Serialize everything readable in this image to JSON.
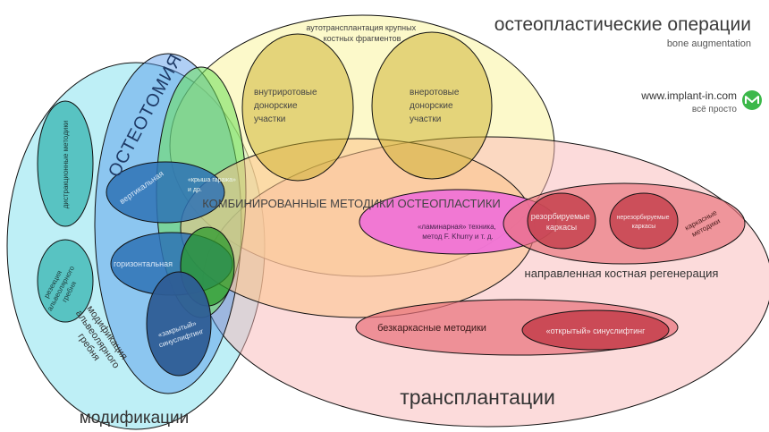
{
  "header": {
    "title": "остеопластические операции",
    "subtitle": "bone augmentation"
  },
  "brand": {
    "url": "www.implant-in.com",
    "slogan": "всё просто",
    "logo_icon": "implant-in-logo-icon",
    "logo_color": "#3cb84a"
  },
  "groups": {
    "modifications": "модификации",
    "osteotomy": "ОСТЕОТОМИЯ",
    "alveolar_mod": [
      "модификация",
      "альвеолярного",
      "гребня"
    ],
    "transplants": "трансплантации",
    "autotransplant": [
      "аутотрансплантация крупных",
      "костных фрагментов"
    ],
    "combined": "КОМБИНИРОВАННЫЕ МЕТОДИКИ ОСТЕОПЛАСТИКИ",
    "gbr": "направленная костная регенерация"
  },
  "items": {
    "distraction": "дистракционные методики",
    "resection": [
      "резекция",
      "альвеолярного",
      "гребня"
    ],
    "vertical": "вертикальная",
    "roof": [
      "«крыша гаража»",
      "и др."
    ],
    "horizontal": "горизонтальная",
    "closed_sinus": [
      "«закрытый»",
      "синуслифтинг"
    ],
    "intraoral": [
      "внутриротовые",
      "донорские",
      "участки"
    ],
    "extraoral": [
      "внеротовые",
      "донорские",
      "участки"
    ],
    "laminar": [
      "«ламинарная» техника,",
      "метод F. Khurry и т. д."
    ],
    "resorbable": [
      "резорбируемые",
      "каркасы"
    ],
    "nonresorbable": [
      "нерезорбируемые",
      "каркасы"
    ],
    "frame_methods": [
      "каркасные",
      "методики"
    ],
    "frameless": "безкаркасные методики",
    "open_sinus": "«открытый» синуслифтинг"
  },
  "colors": {
    "modifications": "#5fd6e8",
    "osteotomy": "#5aa0e6",
    "green": "#66e05a",
    "autotransplant": "#f7f3a0",
    "donor": "#ccb02a",
    "transplants": "#f9bcbc",
    "combined": "#f9c58a",
    "laminar": "#f06fd8",
    "red_item": "#d0505a",
    "dark_blue": "#2e5d95"
  }
}
